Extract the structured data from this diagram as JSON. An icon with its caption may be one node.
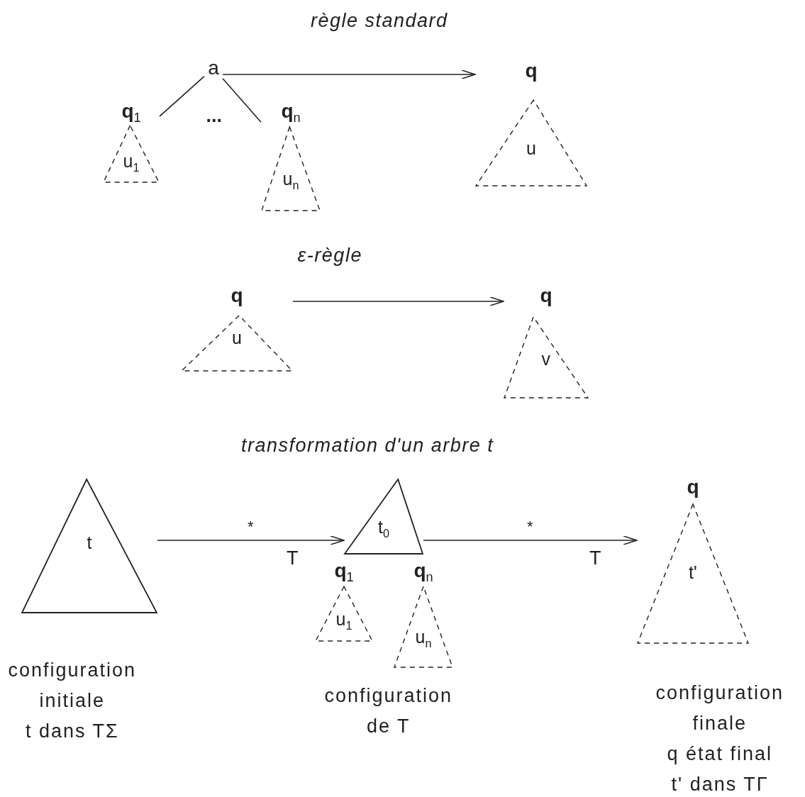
{
  "diagram": {
    "nodes": [
      {
        "text": [
          "a"
        ]
      },
      {
        "text": [
          "q$_{1}$",
          "u$_{1}$"
        ]
      },
      {
        "text": [
          "q$_{n}$",
          "u$_{n}$"
        ]
      },
      {
        "text": [
          "q",
          "u"
        ]
      },
      {
        "text": [
          "q",
          "u"
        ]
      },
      {
        "text": [
          "q",
          "v"
        ]
      },
      {
        "text": [
          "t"
        ]
      },
      {
        "text": [
          "t$_{0}$"
        ]
      },
      {
        "text": [
          "q$_{1}$",
          "u$_{1}$"
        ]
      },
      {
        "text": [
          "q$_{n}$",
          "u$_{n}$"
        ]
      },
      {
        "text": [
          "q",
          "t'"
        ]
      }
    ],
    "edges": [
      {
        "from": 0,
        "to": 1,
        "arrow": "none"
      },
      {
        "from": 0,
        "to": 2,
        "arrow": "none"
      },
      {
        "from": 0,
        "to": 3,
        "arrow": "to"
      },
      {
        "from": 4,
        "to": 5,
        "arrow": "to"
      },
      {
        "from": 6,
        "to": 7,
        "arrow": "to",
        "label": "*"
      },
      {
        "from": 7,
        "to": 10,
        "arrow": "to",
        "label": "*"
      }
    ],
    "labels": [
      "règle standard",
      "...",
      "ε-règle",
      "transformation d'un arbre t",
      "T",
      "T",
      "configuration",
      "initiale",
      "t dans TΣ",
      "configuration",
      "de T",
      "configuration",
      "finale",
      "q état final",
      "t' dans TΓ"
    ]
  }
}
